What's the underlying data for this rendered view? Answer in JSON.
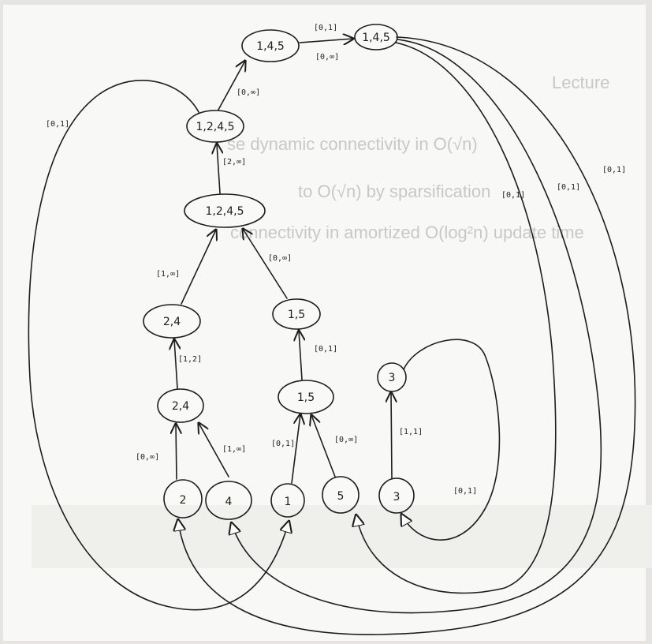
{
  "background_text": [
    "Lecture",
    "se dynamic connectivity in O(√n)",
    "to O(√n) by sparsification",
    "connectivity in amortized O(log²n) update time"
  ],
  "nodes": [
    {
      "id": "n145a",
      "label": "1,4,5"
    },
    {
      "id": "n145b",
      "label": "1,4,5"
    },
    {
      "id": "n1245a",
      "label": "1,2,4,5"
    },
    {
      "id": "n1245b",
      "label": "1,2,4,5"
    },
    {
      "id": "n24a",
      "label": "2,4"
    },
    {
      "id": "n24b",
      "label": "2,4"
    },
    {
      "id": "n15a",
      "label": "1,5"
    },
    {
      "id": "n15b",
      "label": "1,5"
    },
    {
      "id": "n3a",
      "label": "3"
    },
    {
      "id": "n2",
      "label": "2"
    },
    {
      "id": "n4",
      "label": "4"
    },
    {
      "id": "n1",
      "label": "1"
    },
    {
      "id": "n5",
      "label": "5"
    },
    {
      "id": "n3b",
      "label": "3"
    }
  ],
  "edge_labels": {
    "e1": "[0,1]",
    "e2": "[0,∞]",
    "e3": "[0,∞]",
    "e4": "[2,∞]",
    "e5": "[1,∞]",
    "e6": "[0,∞]",
    "e7": "[1,2]",
    "e8": "[0,1]",
    "e9": "[0,∞]",
    "e10": "[1,∞]",
    "e11": "[0,1]",
    "e12": "[0,∞]",
    "e13": "[1,1]",
    "e14": "[0,1]",
    "e15": "[0,1]",
    "e16": "[0,1]",
    "e17": "[0,1]",
    "e18": "[0,1]"
  }
}
